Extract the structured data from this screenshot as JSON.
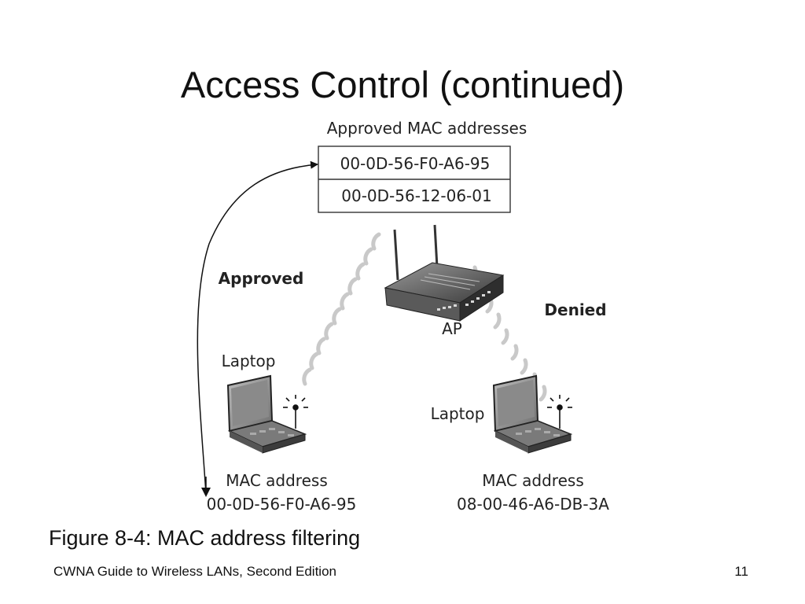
{
  "slide": {
    "title": "Access Control (continued)",
    "caption": "Figure 8-4: MAC address filtering",
    "footer_text": "CWNA Guide to Wireless LANs, Second Edition",
    "page_number": "11"
  },
  "diagram": {
    "table_title": "Approved MAC addresses",
    "approved_macs": [
      "00-0D-56-F0-A6-95",
      "00-0D-56-12-06-01"
    ],
    "ap_label": "AP",
    "approved_label": "Approved",
    "denied_label": "Denied",
    "left_device": {
      "label": "Laptop",
      "mac_caption": "MAC address",
      "mac": "00-0D-56-F0-A6-95"
    },
    "right_device": {
      "label": "Laptop",
      "mac_caption": "MAC address",
      "mac": "08-00-46-A6-DB-3A"
    }
  }
}
